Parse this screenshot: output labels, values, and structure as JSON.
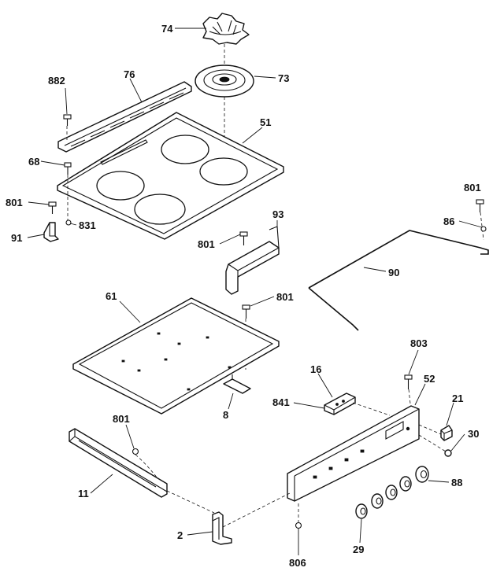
{
  "callouts": {
    "c74": "74",
    "c73": "73",
    "c882": "882",
    "c76": "76",
    "c51": "51",
    "c68": "68",
    "c801_a": "801",
    "c831": "831",
    "c91": "91",
    "c801_b": "801",
    "c93": "93",
    "c801_c": "801",
    "c61": "61",
    "c801_d": "801",
    "c86": "86",
    "c90": "90",
    "c8": "8",
    "c16": "16",
    "c841": "841",
    "c803": "803",
    "c52": "52",
    "c21": "21",
    "c30": "30",
    "c801_e": "801",
    "c11": "11",
    "c88": "88",
    "c2": "2",
    "c29": "29",
    "c806": "806"
  }
}
